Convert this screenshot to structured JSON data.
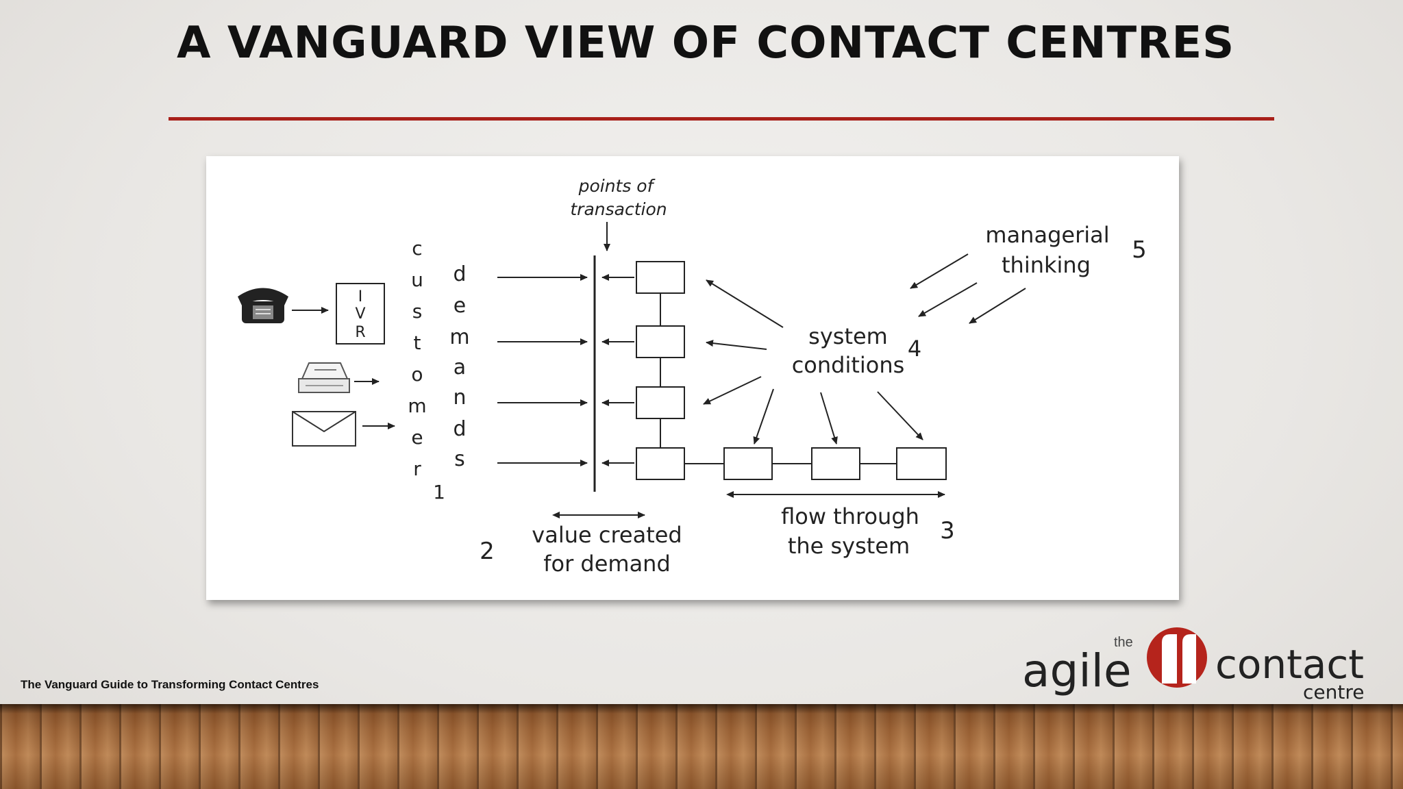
{
  "slide": {
    "title": "A VANGUARD VIEW OF CONTACT CENTRES",
    "footer": "The Vanguard Guide to Transforming Contact Centres"
  },
  "diagram": {
    "points_of_transaction_line1": "points of",
    "points_of_transaction_line2": "transaction",
    "ivr_letters": [
      "I",
      "V",
      "R"
    ],
    "customer_letters": [
      "c",
      "u",
      "s",
      "t",
      "o",
      "m",
      "e",
      "r"
    ],
    "demands_letters": [
      "d",
      "e",
      "m",
      "a",
      "n",
      "d",
      "s"
    ],
    "label_1": "1",
    "label_2": "2",
    "label_3": "3",
    "label_4": "4",
    "label_5": "5",
    "value_created_line1": "value created",
    "value_created_line2": "for demand",
    "flow_line1": "flow through",
    "flow_line2": "the system",
    "system_conditions_line1": "system",
    "system_conditions_line2": "conditions",
    "managerial_line1": "managerial",
    "managerial_line2": "thinking"
  },
  "logo": {
    "the": "the",
    "agile": "agile",
    "contact": "contact",
    "centre": "centre",
    "brand_color": "#b5241c"
  }
}
